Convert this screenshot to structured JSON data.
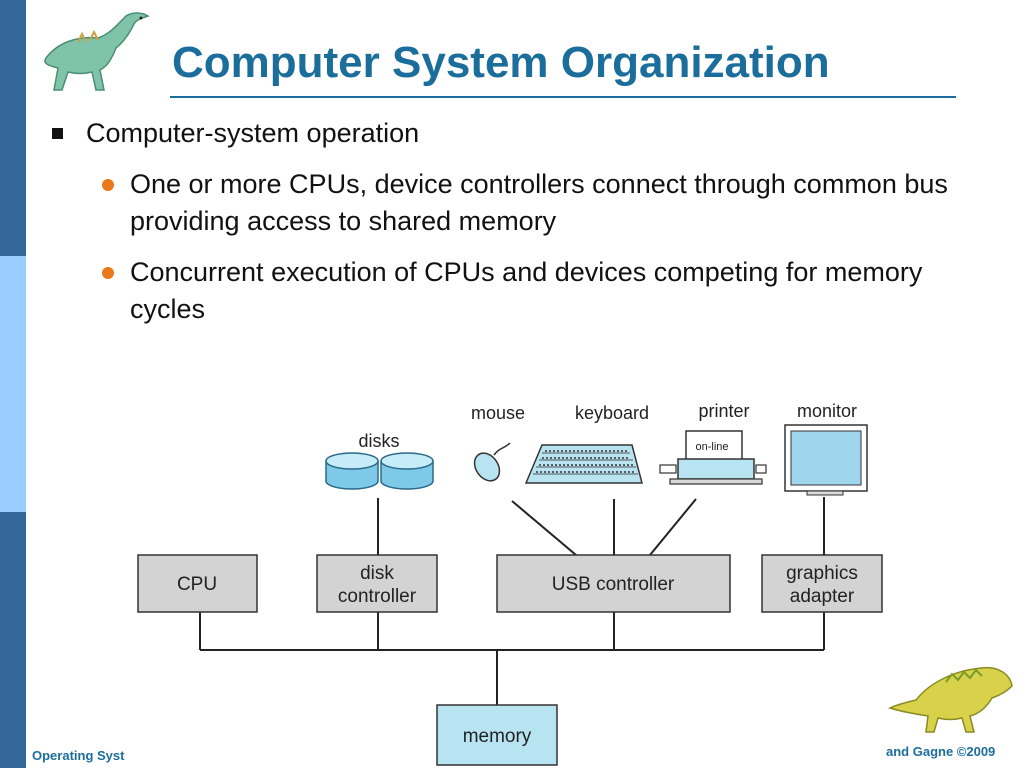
{
  "slide": {
    "title": "Computer System Organization",
    "bullet_l1": "Computer-system operation",
    "bullets_l2": [
      "One or more CPUs, device controllers connect through common bus providing access to shared memory",
      "Concurrent execution of CPUs and devices competing for memory cycles"
    ]
  },
  "diagram": {
    "labels": {
      "disks": "disks",
      "mouse": "mouse",
      "keyboard": "keyboard",
      "printer": "printer",
      "printer_panel": "on-line",
      "monitor": "monitor",
      "cpu": "CPU",
      "disk_controller_1": "disk",
      "disk_controller_2": "controller",
      "usb_controller": "USB controller",
      "graphics_adapter_1": "graphics",
      "graphics_adapter_2": "adapter",
      "memory": "memory"
    }
  },
  "footer": {
    "left": "Operating Syst",
    "right": "and Gagne ©2009"
  },
  "colors": {
    "title": "#1b6e9c",
    "bullet_dot": "#e87a1c",
    "side_bar_dark": "#336699",
    "side_bar_light": "#99ccff",
    "box_fill": "#d3d3d3",
    "memory_fill": "#b8e4f2",
    "device_fill": "#9fd6ee"
  }
}
